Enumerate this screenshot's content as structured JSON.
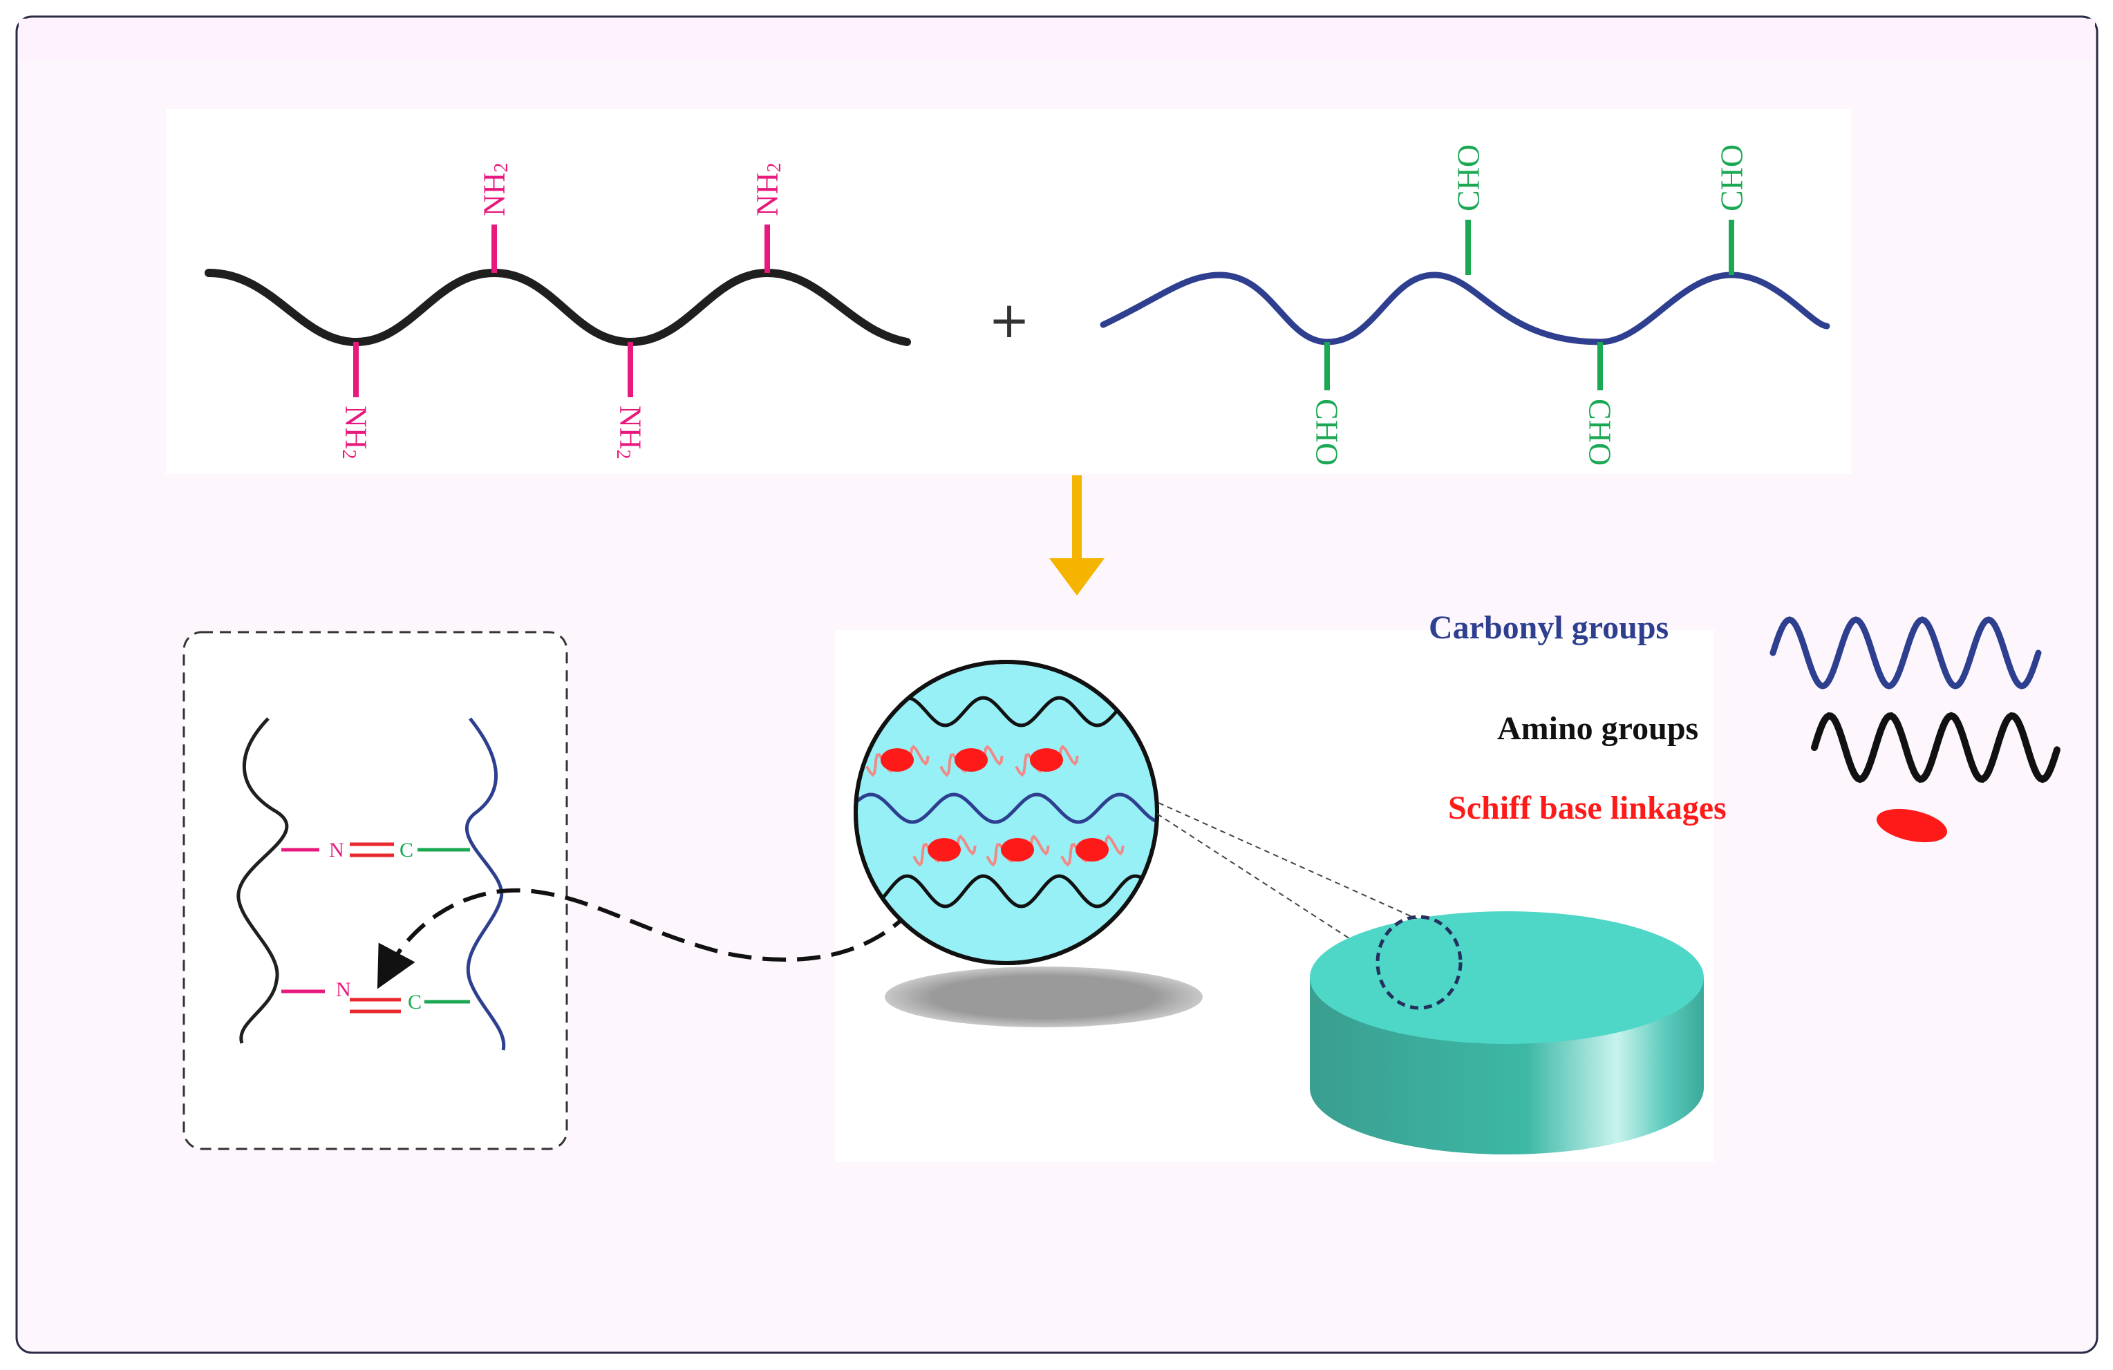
{
  "reactants": {
    "amino_polymer": {
      "group_label": "NH",
      "group_subscript": "2",
      "chain_color": "#1f1f1f",
      "group_color": "#e8197d"
    },
    "plus_sign": "+",
    "aldehyde_polymer": {
      "group_label": "CHO",
      "chain_color": "#2e3f8f",
      "group_color": "#1aa852"
    }
  },
  "reaction_arrow_color": "#f5b400",
  "linkage_detail": {
    "n_label": "N",
    "c_label": "C",
    "n_color": "#e8197d",
    "c_color": "#1aa852",
    "bond_color": "#e8282d"
  },
  "hydrogel": {
    "zoom_fill": "#98f0f7",
    "disc_color": "#4ed6c6",
    "linkage_color": "#ff1a1a"
  },
  "legend": {
    "carbonyl": {
      "label": "Carbonyl groups",
      "color": "#2e3f8f"
    },
    "amino": {
      "label": "Amino groups",
      "color": "#111111"
    },
    "schiff": {
      "label": "Schiff base linkages",
      "color": "#ff1a1a"
    }
  }
}
